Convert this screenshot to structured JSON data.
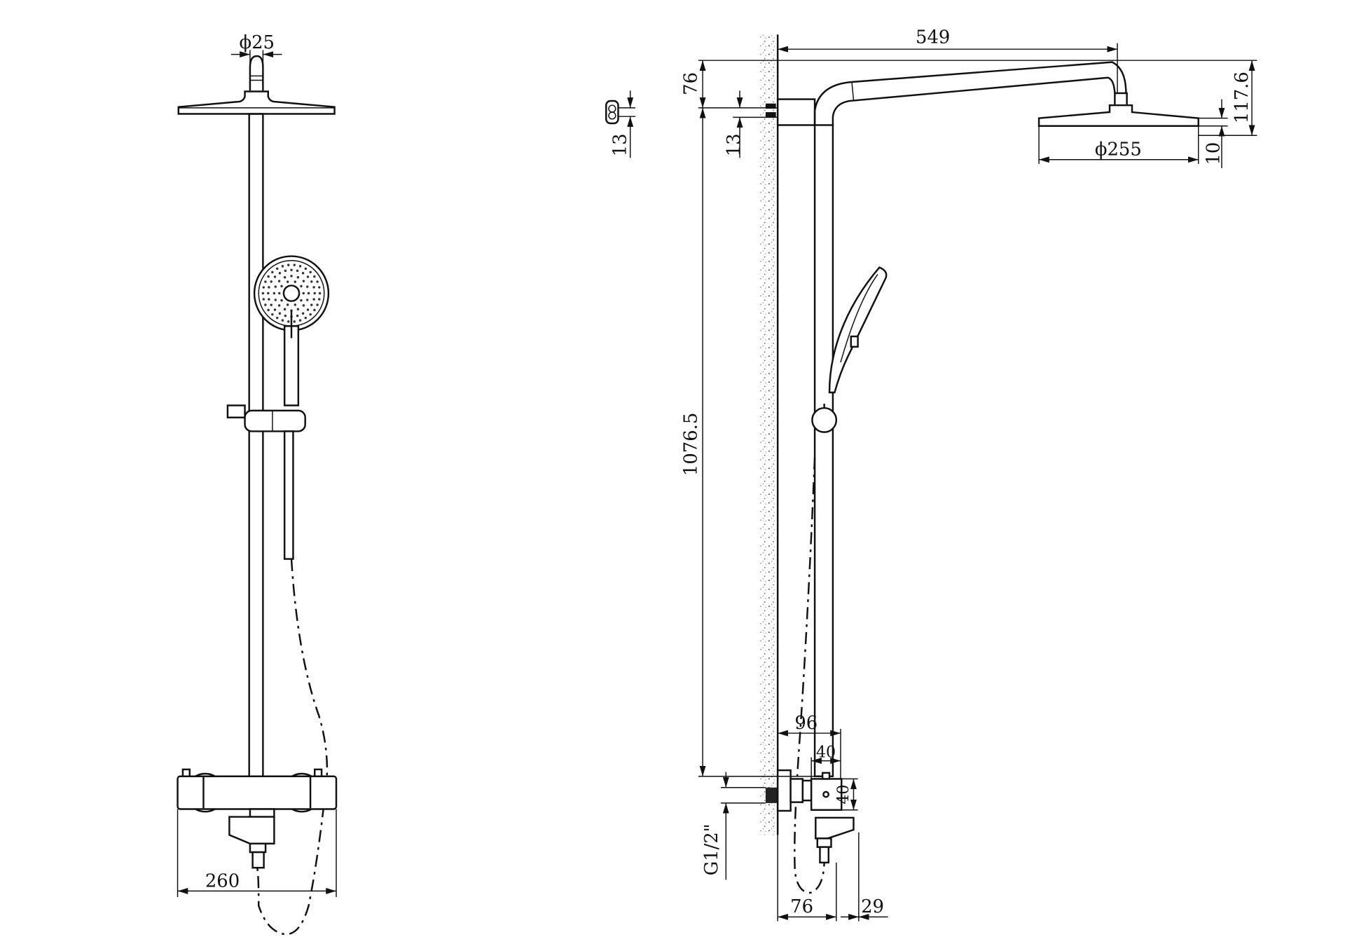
{
  "front_view": {
    "dims": {
      "connector_diameter": "ϕ25",
      "valve_width": "260"
    }
  },
  "side_view": {
    "dims": {
      "arm_projection": "549",
      "arm_rise": "76",
      "fixing_spacing": "13",
      "bracket_spacing": "13",
      "head_height": "117.6",
      "head_diameter": "ϕ255",
      "head_thickness": "10",
      "rail_height": "1076.5",
      "valve_projection": "96",
      "valve_body_width": "40",
      "valve_body_height": "40",
      "inlet_thread": "G1/2\"",
      "outlet_projection": "76",
      "spout_offset": "29"
    }
  }
}
